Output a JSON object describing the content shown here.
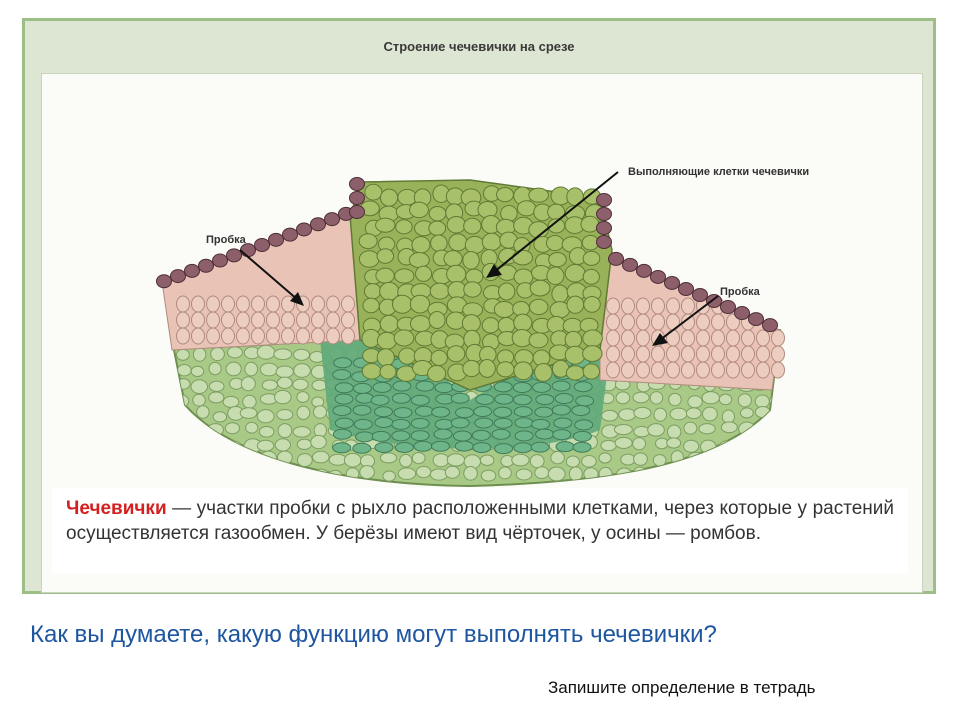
{
  "figure": {
    "title": "Строение чечевички на срезе",
    "labels": {
      "cork_left": "Пробка",
      "filling_cells": "Выполняющие клетки чечевички",
      "cork_right": "Пробка"
    }
  },
  "definition": {
    "term": "Чечевички",
    "text": " — участки пробки с рыхло расположенными клетками, через которые у растений осуществляется газообмен. У берёзы имеют вид чёрточек, у осины — ромбов."
  },
  "question": "Как вы думаете, какую функцию могут выполнять чечевички?",
  "note": "Запишите определение в тетрадь",
  "colors": {
    "frame_border": "#9bbf86",
    "cork_cells": "#e9c4b6",
    "cork_outer": "#8d5f6b",
    "filling_cells": "#99b25a",
    "inner_tissue": "#5fa87a",
    "term": "#d42020",
    "question": "#1e56a0"
  }
}
